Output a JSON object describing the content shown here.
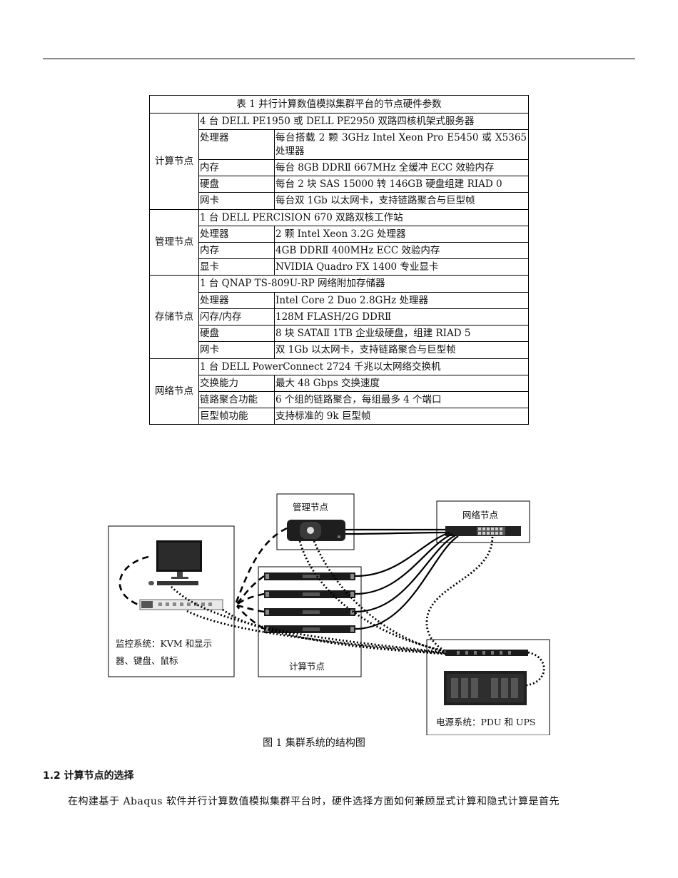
{
  "table": {
    "caption": "表 1   并行计算数值模拟集群平台的节点硬件参数",
    "groups": [
      {
        "name": "计算节点",
        "summary": "4 台 DELL PE1950 或 DELL PE2950 双路四核机架式服务器",
        "rows": [
          {
            "item": "处理器",
            "desc": "每台搭载 2 颗 3GHz Intel Xeon Pro E5450 或 X5365 处理器"
          },
          {
            "item": "内存",
            "desc": "每台 8GB DDRⅡ 667MHz 全缓冲 ECC 效验内存"
          },
          {
            "item": "硬盘",
            "desc": "每台 2 块 SAS 15000 转 146GB 硬盘组建 RIAD 0"
          },
          {
            "item": "网卡",
            "desc": "每台双 1Gb 以太网卡，支持链路聚合与巨型帧"
          }
        ]
      },
      {
        "name": "管理节点",
        "summary": "1 台 DELL PERCISION 670 双路双核工作站",
        "rows": [
          {
            "item": "处理器",
            "desc": "2 颗 Intel Xeon 3.2G 处理器"
          },
          {
            "item": "内存",
            "desc": "4GB DDRⅡ 400MHz ECC 效验内存"
          },
          {
            "item": "显卡",
            "desc": "NVIDIA Quadro FX 1400 专业显卡"
          }
        ]
      },
      {
        "name": "存储节点",
        "summary": "1 台 QNAP TS-809U-RP 网络附加存储器",
        "rows": [
          {
            "item": "处理器",
            "desc": "Intel Core 2 Duo 2.8GHz 处理器"
          },
          {
            "item": "闪存/内存",
            "desc": "128M FLASH/2G DDRⅡ"
          },
          {
            "item": "硬盘",
            "desc": "8 块 SATAⅡ 1TB 企业级硬盘，组建 RIAD 5"
          },
          {
            "item": "网卡",
            "desc": "双 1Gb 以太网卡，支持链路聚合与巨型帧"
          }
        ]
      },
      {
        "name": "网络节点",
        "summary": "1 台 DELL PowerConnect 2724 千兆以太网络交换机",
        "rows": [
          {
            "item": "交换能力",
            "desc": "最大 48 Gbps 交换速度"
          },
          {
            "item": "链路聚合功能",
            "desc": "6 个组的链路聚合，每组最多 4 个端口"
          },
          {
            "item": "巨型帧功能",
            "desc": "支持标准的 9k 巨型帧"
          }
        ]
      }
    ]
  },
  "figure": {
    "labels": {
      "management": "管理节点",
      "network": "网络节点",
      "monitor": "监控系统：KVM 和显示器、键盘、鼠标",
      "compute": "计算节点",
      "power": "电源系统：PDU 和 UPS"
    },
    "caption": "图 1   集群系统的结构图"
  },
  "section": {
    "title": "1.2   计算节点的选择",
    "body": "在构建基于 Abaqus 软件并行计算数值模拟集群平台时，硬件选择方面如何兼顾显式计算和隐式计算是首先"
  }
}
